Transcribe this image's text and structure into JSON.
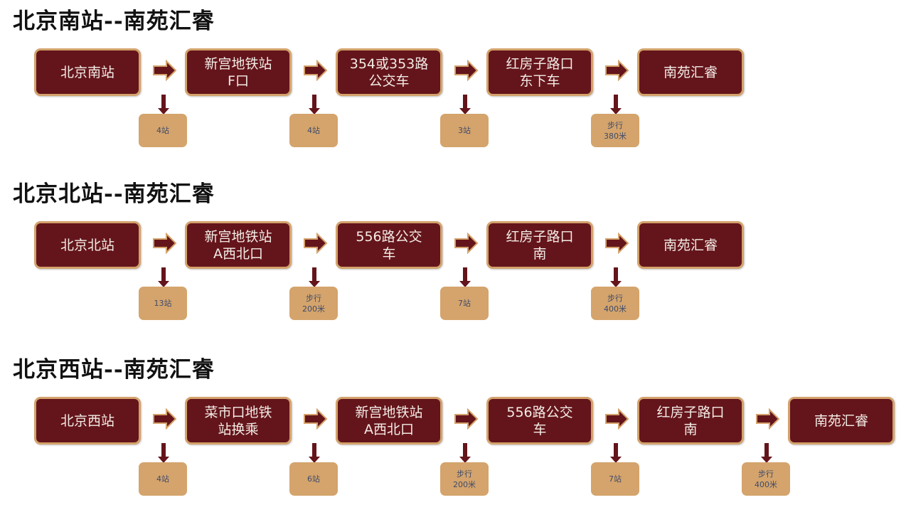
{
  "routes": [
    {
      "title": "北京南站--南苑汇睿",
      "steps": [
        "北京南站",
        "新宫地铁站\nF口",
        "354或353路\n公交车",
        "红房子路口\n东下车",
        "南苑汇睿"
      ],
      "notes": [
        "4站",
        "4站",
        "3站",
        "步行\n380米"
      ]
    },
    {
      "title": "北京北站--南苑汇睿",
      "steps": [
        "北京北站",
        "新宫地铁站\nA西北口",
        "556路公交\n车",
        "红房子路口\n南",
        "南苑汇睿"
      ],
      "notes": [
        "13站",
        "步行\n200米",
        "7站",
        "步行\n400米"
      ]
    },
    {
      "title": "北京西站--南苑汇睿",
      "steps": [
        "北京西站",
        "菜市口地铁\n站换乘",
        "新宫地铁站\nA西北口",
        "556路公交\n车",
        "红房子路口\n南",
        "南苑汇睿"
      ],
      "notes": [
        "4站",
        "6站",
        "步行\n200米",
        "7站",
        "步行\n400米"
      ]
    }
  ],
  "colors": {
    "box": "#64151b",
    "border": "#d4a26b",
    "note": "#d4a46c",
    "note_text": "#3f4a6a"
  }
}
